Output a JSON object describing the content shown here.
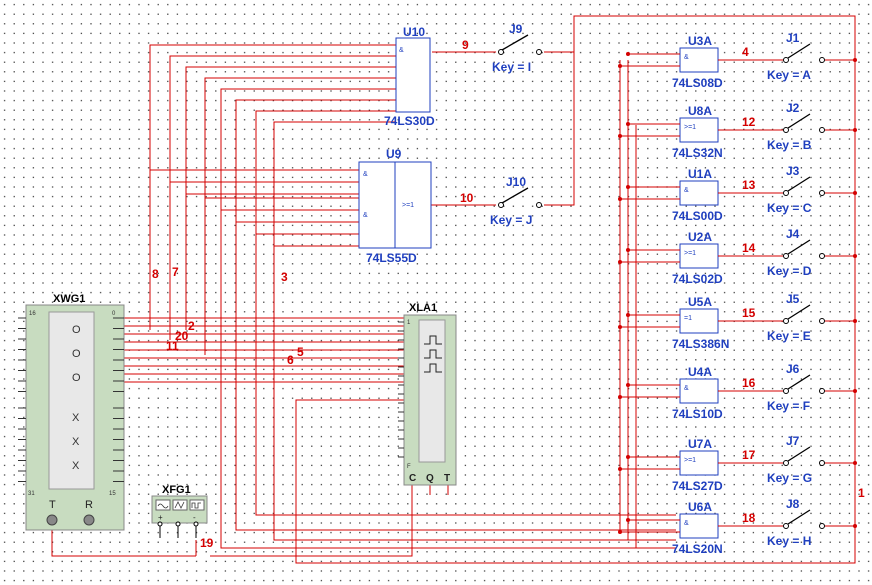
{
  "colors": {
    "wire": "#d40000",
    "part": "#1f3fbf",
    "instrument_fill": "#c8dcc0"
  },
  "instruments": {
    "xwg1": {
      "name": "XWG1",
      "pin_top_left": "16",
      "pin_top_right": "0",
      "pin_bottom_left": "31",
      "pin_bottom_right": "15",
      "t_label": "T",
      "r_label": "R",
      "display_rows": [
        "O",
        "O",
        "O",
        "X",
        "X",
        "X"
      ]
    },
    "xfg1": {
      "name": "XFG1",
      "plus": "+",
      "minus": "-"
    },
    "xla1": {
      "name": "XLA1",
      "pin_top": "1",
      "pin_bottom": "F",
      "c_label": "C",
      "q_label": "Q",
      "t_label": "T"
    }
  },
  "multi_gates": [
    {
      "ref": "U10",
      "part": "74LS30D",
      "symbol": "&"
    },
    {
      "ref": "U9",
      "part": "74LS55D",
      "symbol_left": "&",
      "symbol_right": ">=1"
    }
  ],
  "gates": [
    {
      "ref": "U3A",
      "part": "74LS08D",
      "symbol": "&",
      "net": "4",
      "switch": "J1",
      "key": "Key = A"
    },
    {
      "ref": "U8A",
      "part": "74LS32N",
      "symbol": ">=1",
      "net": "12",
      "switch": "J2",
      "key": "Key = B"
    },
    {
      "ref": "U1A",
      "part": "74LS00D",
      "symbol": "&",
      "net": "13",
      "switch": "J3",
      "key": "Key = C"
    },
    {
      "ref": "U2A",
      "part": "74LS02D",
      "symbol": ">=1",
      "net": "14",
      "switch": "J4",
      "key": "Key = D"
    },
    {
      "ref": "U5A",
      "part": "74LS386N",
      "symbol": "=1",
      "net": "15",
      "switch": "J5",
      "key": "Key = E"
    },
    {
      "ref": "U4A",
      "part": "74LS10D",
      "symbol": "&",
      "net": "16",
      "switch": "J6",
      "key": "Key = F"
    },
    {
      "ref": "U7A",
      "part": "74LS27D",
      "symbol": ">=1",
      "net": "17",
      "switch": "J7",
      "key": "Key = G"
    },
    {
      "ref": "U6A",
      "part": "74LS20N",
      "symbol": "&",
      "net": "18",
      "switch": "J8",
      "key": "Key = H"
    }
  ],
  "switches_top": [
    {
      "ref": "J9",
      "key": "Key = I",
      "net": "9"
    },
    {
      "ref": "J10",
      "key": "Key = J",
      "net": "10"
    }
  ],
  "nets": {
    "n1": "1",
    "n2": "2",
    "n3": "3",
    "n5": "5",
    "n6": "6",
    "n7": "7",
    "n8": "8",
    "n11": "11",
    "n19": "19",
    "n20": "20"
  }
}
